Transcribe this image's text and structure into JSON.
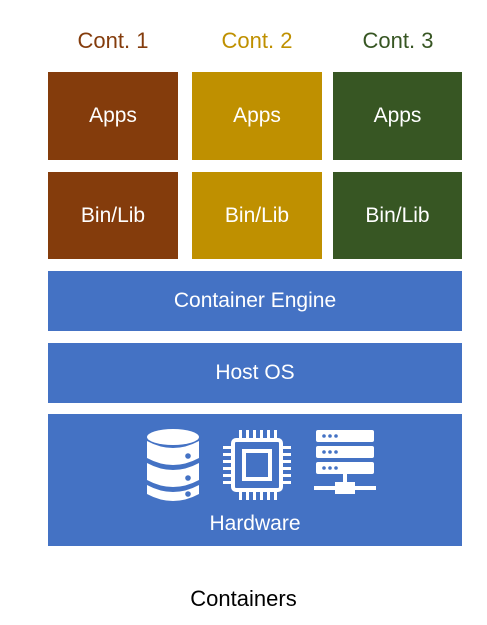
{
  "columns": [
    {
      "title": "Cont. 1",
      "apps": "Apps",
      "binlib": "Bin/Lib",
      "color": "#843C0C"
    },
    {
      "title": "Cont. 2",
      "apps": "Apps",
      "binlib": "Bin/Lib",
      "color": "#BF9000"
    },
    {
      "title": "Cont. 3",
      "apps": "Apps",
      "binlib": "Bin/Lib",
      "color": "#375623"
    }
  ],
  "layers": {
    "engine": "Container Engine",
    "host_os": "Host OS",
    "hardware": "Hardware"
  },
  "hardware_icons": [
    "database-icon",
    "cpu-chip-icon",
    "server-rack-icon"
  ],
  "accent_color": "#4472C4",
  "caption": "Containers"
}
